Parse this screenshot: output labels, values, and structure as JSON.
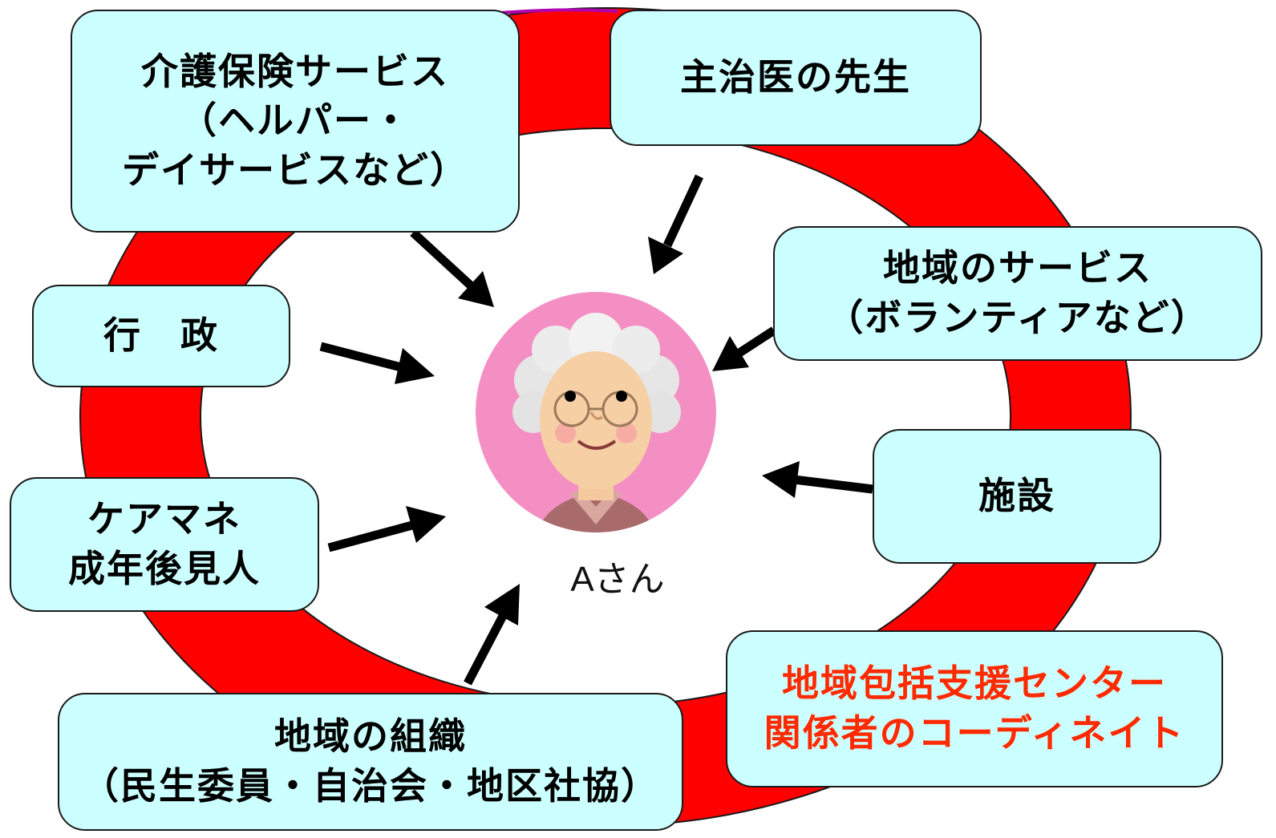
{
  "diagram": {
    "center": {
      "caption": "Aさん",
      "avatar_icon": "elderly-woman-icon"
    },
    "nodes": [
      {
        "id": "kaigo",
        "lines": [
          "介護保険サービス",
          "（ヘルパー・",
          "デイサービスなど）"
        ]
      },
      {
        "id": "doctor",
        "lines": [
          "主治医の先生"
        ]
      },
      {
        "id": "gyosei",
        "lines": [
          "行　政"
        ]
      },
      {
        "id": "local-services",
        "lines": [
          "地域のサービス",
          "（ボランティアなど）"
        ]
      },
      {
        "id": "shisetsu",
        "lines": [
          "施設"
        ]
      },
      {
        "id": "caremane",
        "lines": [
          "ケアマネ",
          "成年後見人"
        ]
      },
      {
        "id": "local-org",
        "lines": [
          "地域の組織",
          "（民生委員・自治会・地区社協）"
        ]
      },
      {
        "id": "houkatsu",
        "lines": [
          "地域包括支援センター",
          "関係者のコーディネイト"
        ]
      }
    ],
    "colors": {
      "ring": "#ff0000",
      "box_fill": "#ccffff",
      "highlight_text": "#ff2a00",
      "avatar_background": "#f48fc4",
      "arrow": "#000000"
    }
  }
}
